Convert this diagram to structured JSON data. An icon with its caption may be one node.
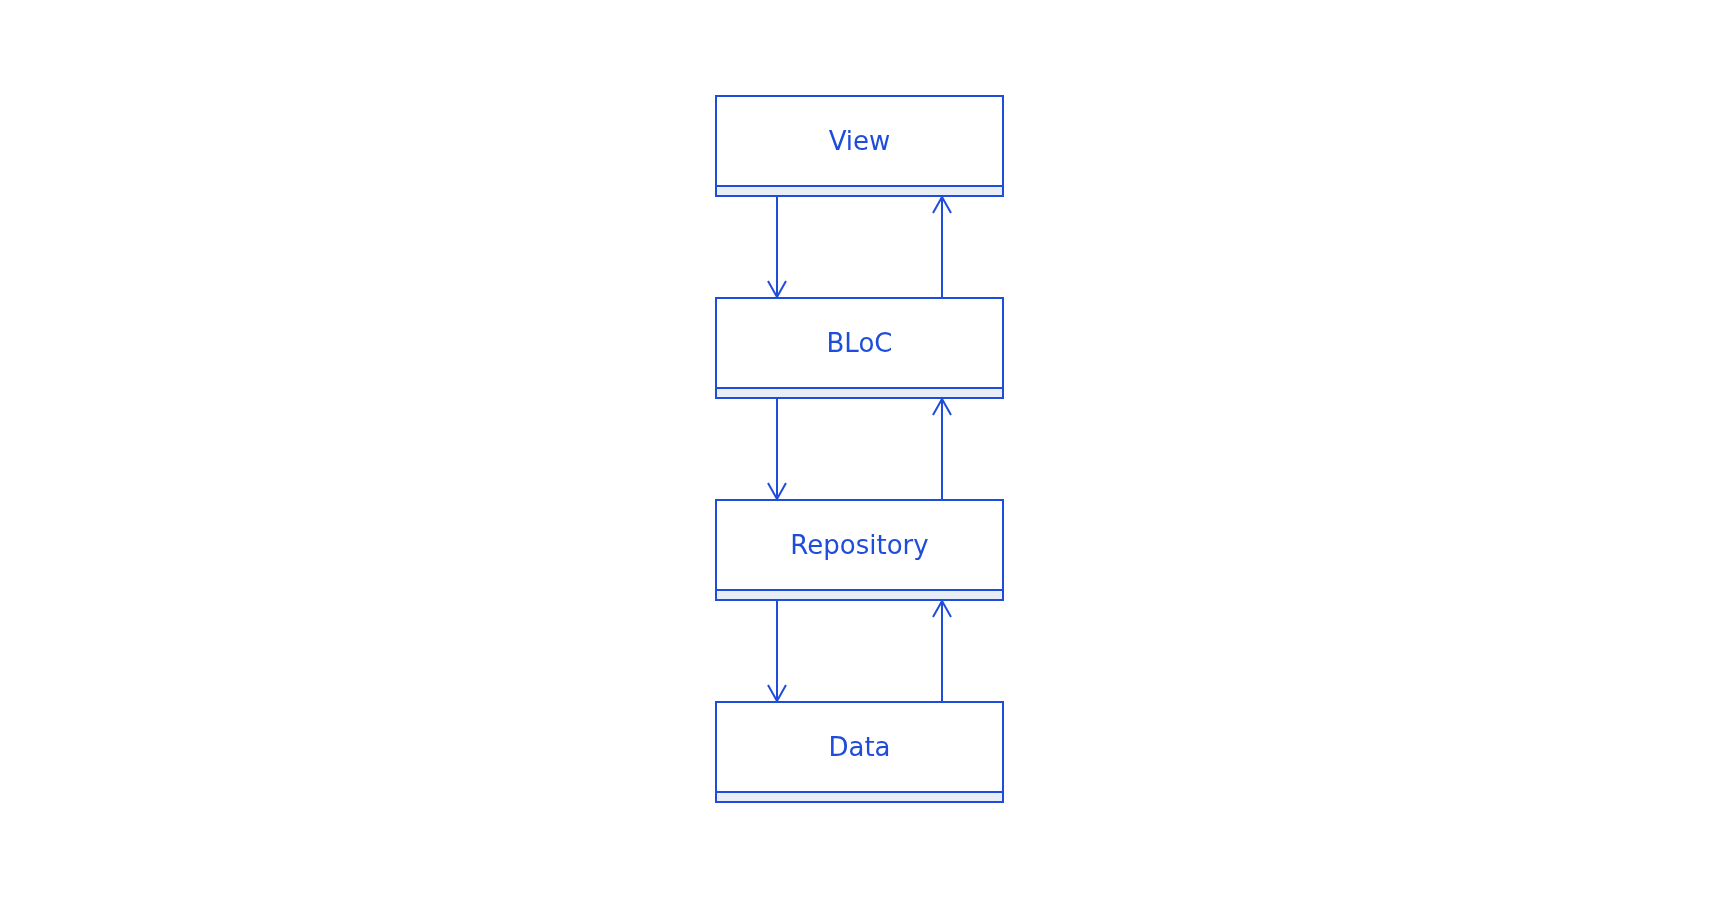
{
  "diagram": {
    "nodes": [
      {
        "text": [
          "View"
        ]
      },
      {
        "text": [
          "BLoC"
        ]
      },
      {
        "text": [
          "Repository"
        ]
      },
      {
        "text": [
          "Data"
        ]
      }
    ],
    "edges": [
      {
        "from": 0,
        "to": 1,
        "arrow": "to"
      },
      {
        "from": 1,
        "to": 0,
        "arrow": "to"
      },
      {
        "from": 1,
        "to": 2,
        "arrow": "to"
      },
      {
        "from": 2,
        "to": 1,
        "arrow": "to"
      },
      {
        "from": 2,
        "to": 3,
        "arrow": "to"
      },
      {
        "from": 3,
        "to": 2,
        "arrow": "to"
      }
    ]
  }
}
